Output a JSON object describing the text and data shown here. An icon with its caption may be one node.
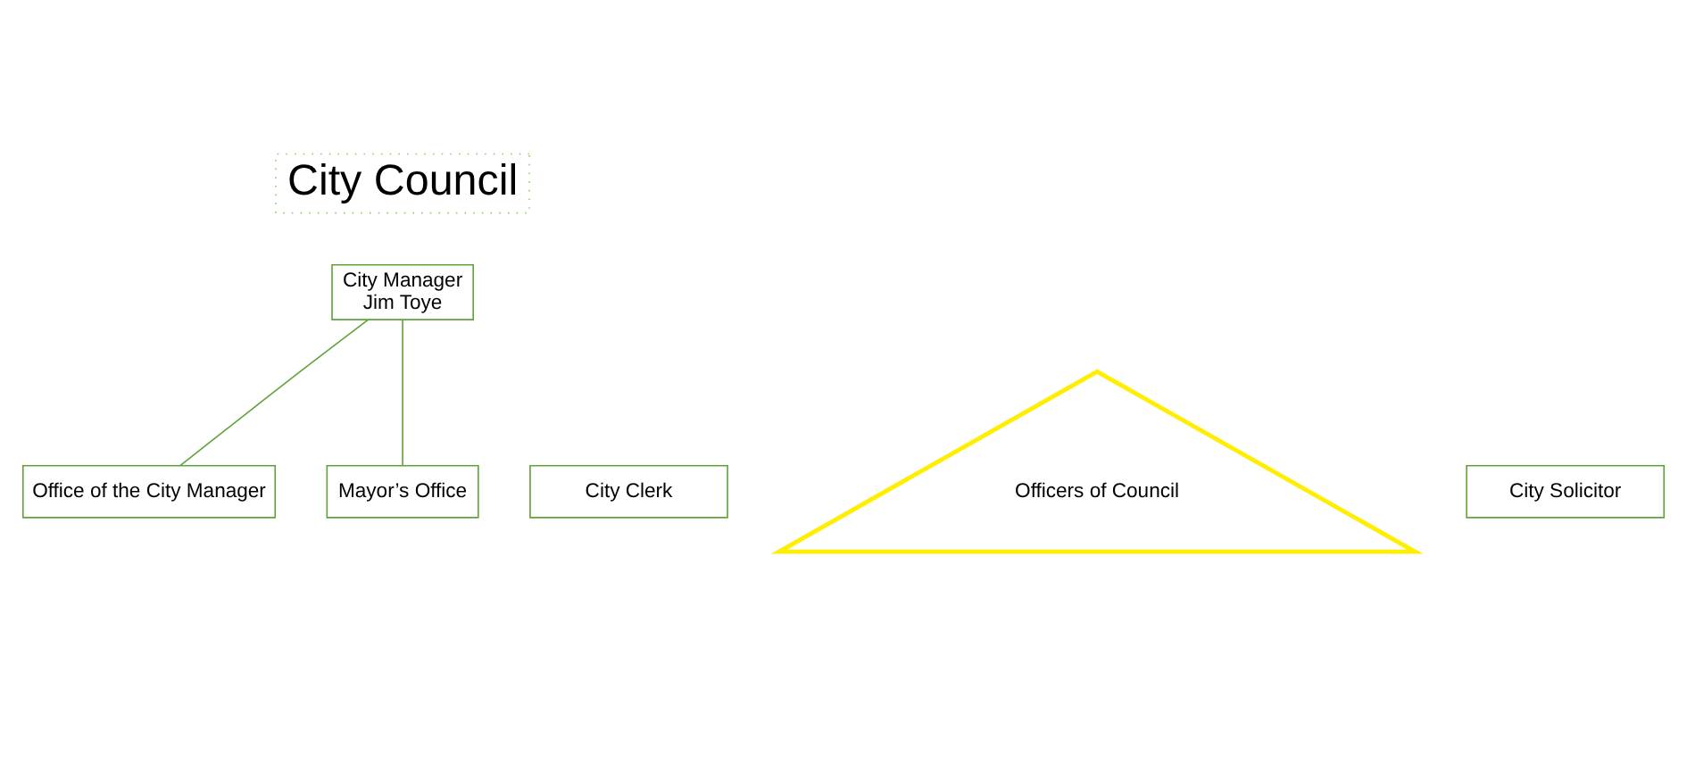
{
  "diagram": {
    "nodes": [
      {
        "text": [
          "City Council"
        ]
      },
      {
        "text": [
          "Office of the City Manager"
        ]
      },
      {
        "text": [
          "Mayor’s Office"
        ]
      },
      {
        "text": [
          "City Manager",
          "Jim Toye"
        ]
      },
      {
        "text": [
          "Officers of Council"
        ]
      },
      {
        "text": [
          "City Clerk"
        ]
      },
      {
        "text": [
          "City Solicitor"
        ]
      }
    ],
    "edges": [
      {
        "from": 3,
        "to": 1,
        "arrow": "none"
      },
      {
        "from": 3,
        "to": 2,
        "arrow": "none"
      }
    ]
  }
}
